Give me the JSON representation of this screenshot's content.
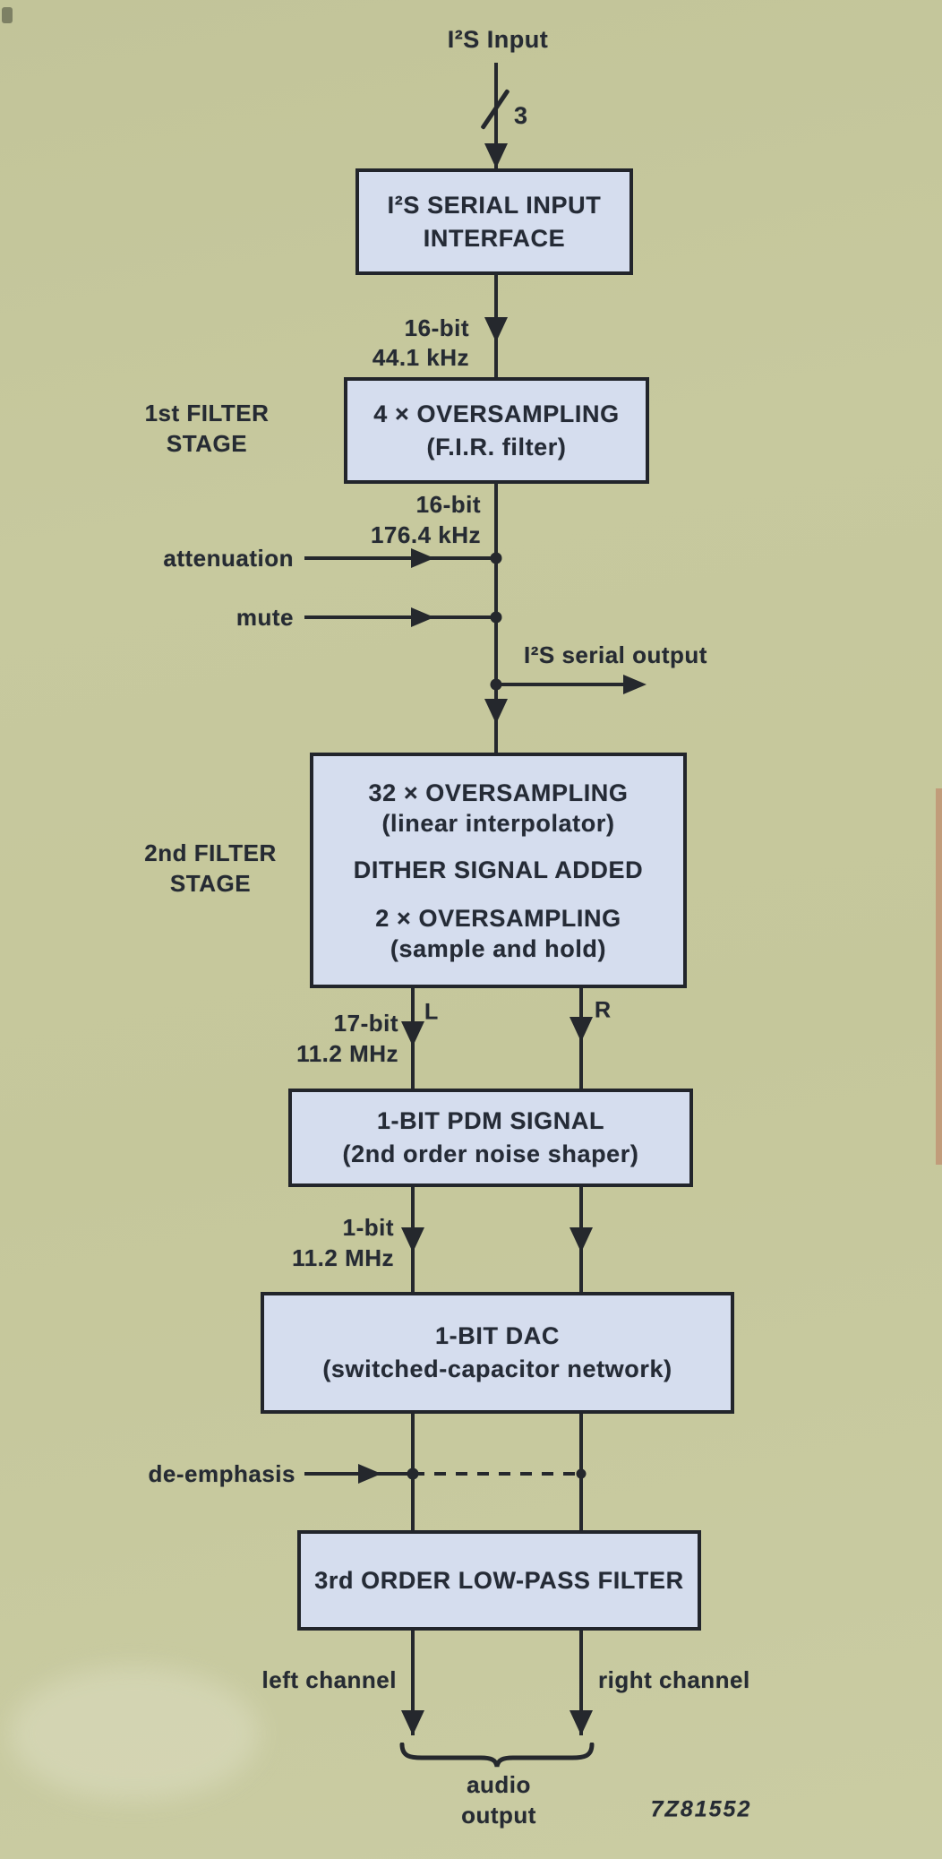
{
  "palette": {
    "background": "#c6c89d",
    "box_fill": "#d5ddee",
    "line_color": "#25282d",
    "text_color": "#262b33"
  },
  "diagram": {
    "input_label": "I²S Input",
    "bus_width": "3",
    "stage_labels": {
      "first": [
        "1st FILTER",
        "STAGE"
      ],
      "second": [
        "2nd FILTER",
        "STAGE"
      ]
    },
    "boxes": {
      "serial_input": {
        "lines": [
          "I²S SERIAL INPUT",
          "INTERFACE"
        ]
      },
      "fir": {
        "lines": [
          "4 × OVERSAMPLING",
          "(F.I.R. filter)"
        ]
      },
      "interp": {
        "lines": [
          "32 × OVERSAMPLING",
          "(linear interpolator)",
          "DITHER SIGNAL ADDED",
          "2 × OVERSAMPLING",
          "(sample and hold)"
        ]
      },
      "pdm": {
        "lines": [
          "1-BIT PDM SIGNAL",
          "(2nd order noise shaper)"
        ]
      },
      "dac": {
        "lines": [
          "1-BIT DAC",
          "(switched-capacitor network)"
        ]
      },
      "lpf": {
        "lines": [
          "3rd ORDER LOW-PASS FILTER"
        ]
      }
    },
    "signal_labels": {
      "after_serial_input": [
        "16-bit",
        "44.1 kHz"
      ],
      "after_fir": [
        "16-bit",
        "176.4 kHz"
      ],
      "after_interp": [
        "17-bit",
        "11.2 MHz"
      ],
      "after_pdm": [
        "1-bit",
        "11.2 MHz"
      ]
    },
    "control_inputs": {
      "attenuation": "attenuation",
      "mute": "mute",
      "de_emphasis": "de-emphasis"
    },
    "serial_output_label": "I²S serial output",
    "channels": {
      "left_short": "L",
      "right_short": "R",
      "left": "left channel",
      "right": "right channel"
    },
    "output": {
      "lines": [
        "audio",
        "output"
      ]
    },
    "figure_code": "7Z81552"
  }
}
